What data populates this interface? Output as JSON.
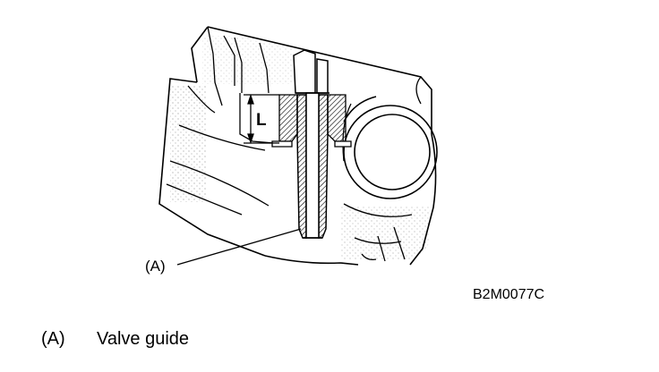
{
  "figure": {
    "dimension_label": "L",
    "callout_label": "(A)",
    "figure_code": "B2M0077C"
  },
  "legend": {
    "key": "(A)",
    "text": "Valve guide"
  }
}
